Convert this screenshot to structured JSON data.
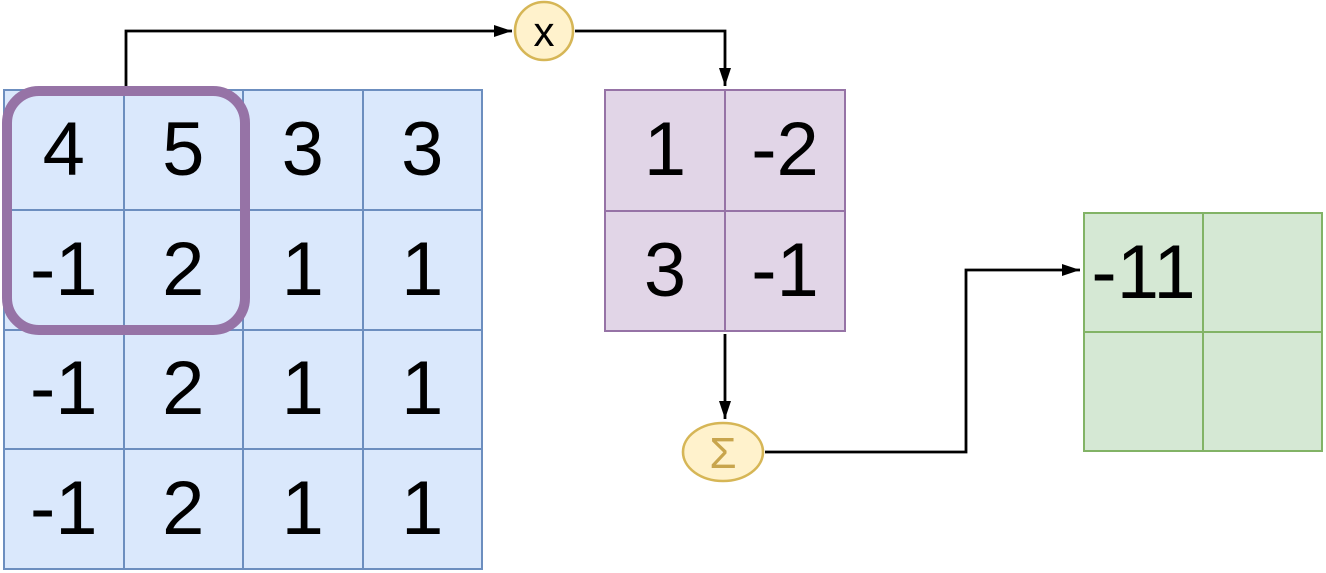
{
  "diagram": {
    "description": "2D convolution example: a highlighted 2x2 window of the input matrix is multiplied element-wise (x) by the kernel, summed (Σ), and written to the output feature map",
    "operators": {
      "multiply": "x",
      "sum": "Σ"
    },
    "input_matrix": {
      "rows": [
        [
          "4",
          "5",
          "3",
          "3"
        ],
        [
          "-1",
          "2",
          "1",
          "1"
        ],
        [
          "-1",
          "2",
          "1",
          "1"
        ],
        [
          "-1",
          "2",
          "1",
          "1"
        ]
      ],
      "highlighted_window": {
        "row_start": 0,
        "col_start": 0,
        "rows": 2,
        "cols": 2,
        "values": [
          [
            "4",
            "5"
          ],
          [
            "-1",
            "2"
          ]
        ]
      }
    },
    "kernel_matrix": {
      "rows": [
        [
          "1",
          "-2"
        ],
        [
          "3",
          "-1"
        ]
      ]
    },
    "output_matrix": {
      "rows": [
        [
          "-11",
          ""
        ],
        [
          "",
          ""
        ]
      ]
    },
    "colors": {
      "input_fill": "#dae8fc",
      "input_border": "#6c8ebf",
      "kernel_fill": "#e1d5e7",
      "kernel_border": "#9673a6",
      "output_fill": "#d5e8d4",
      "output_border": "#82b366",
      "operator_fill": "#fff2cc",
      "operator_border": "#d6b656",
      "highlight": "#9673a6",
      "multiply_symbol": "#000000",
      "sum_symbol": "#c8a54d",
      "arrow": "#000000",
      "text_color": "#000000"
    }
  }
}
